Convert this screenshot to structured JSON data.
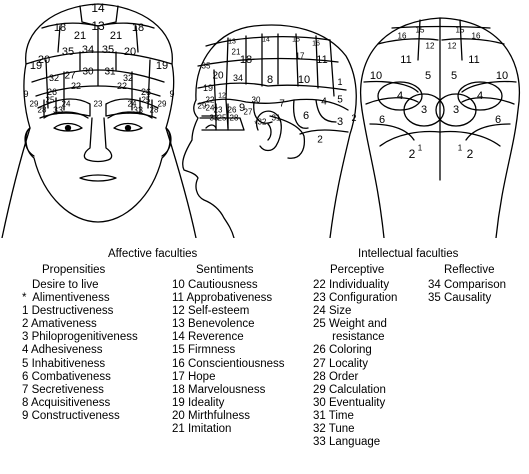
{
  "headings": {
    "affective": "Affective faculties",
    "intellectual": "Intellectual faculties",
    "propensities": "Propensities",
    "sentiments": "Sentiments",
    "perceptive": "Perceptive",
    "reflective": "Reflective"
  },
  "propensities": [
    "Desire to live",
    "*  Alimentiveness",
    "1 Destructiveness",
    "2 Amativeness",
    "3 Philoprogenitiveness",
    "4 Adhesiveness",
    "5 Inhabitiveness",
    "6 Combativeness",
    "7 Secretiveness",
    "8 Acquisitiveness",
    "9 Constructiveness"
  ],
  "sentiments": [
    "10 Cautiousness",
    "11 Approbativeness",
    "12 Self-esteem",
    "13 Benevolence",
    "14 Reverence",
    "15 Firmness",
    "16 Conscientiousness",
    "17 Hope",
    "18 Marvelousness",
    "19 Ideality",
    "20 Mirthfulness",
    "21 Imitation"
  ],
  "perceptive": [
    "22 Individuality",
    "23 Configuration",
    "24 Size",
    "25 Weight and",
    "      resistance",
    "26 Coloring",
    "27 Locality",
    "28 Order",
    "29 Calculation",
    "30 Eventuality",
    "31 Time",
    "32 Tune",
    "33 Language"
  ],
  "reflective": [
    "34 Comparison",
    "35 Causality"
  ],
  "front_labels": [
    "14",
    "13",
    "18",
    "21",
    "21",
    "18",
    "20",
    "35",
    "34",
    "35",
    "20",
    "19",
    "19",
    "32",
    "27",
    "30",
    "31",
    "32",
    "9",
    "26",
    "22",
    "22",
    "26",
    "9",
    "29",
    "25",
    "24",
    "23",
    "24",
    "25",
    "29",
    "28",
    "33",
    "33",
    "28"
  ],
  "side_labels": [
    "13",
    "14",
    "15",
    "16",
    "21",
    "18",
    "17",
    "35",
    "20",
    "19",
    "11",
    "34",
    "8",
    "10",
    "1",
    "30",
    "5",
    "27",
    "2",
    "7",
    "4",
    "31",
    "32",
    "9",
    "12",
    "6",
    "3",
    "22",
    "24",
    "23",
    "26",
    "28",
    "25",
    "29",
    "33",
    "*",
    "2"
  ],
  "back_labels": [
    "16",
    "15",
    "15",
    "16",
    "12",
    "12",
    "11",
    "11",
    "10",
    "10",
    "5",
    "5",
    "4",
    "4",
    "3",
    "3",
    "6",
    "6",
    "2",
    "2",
    "1",
    "1"
  ]
}
